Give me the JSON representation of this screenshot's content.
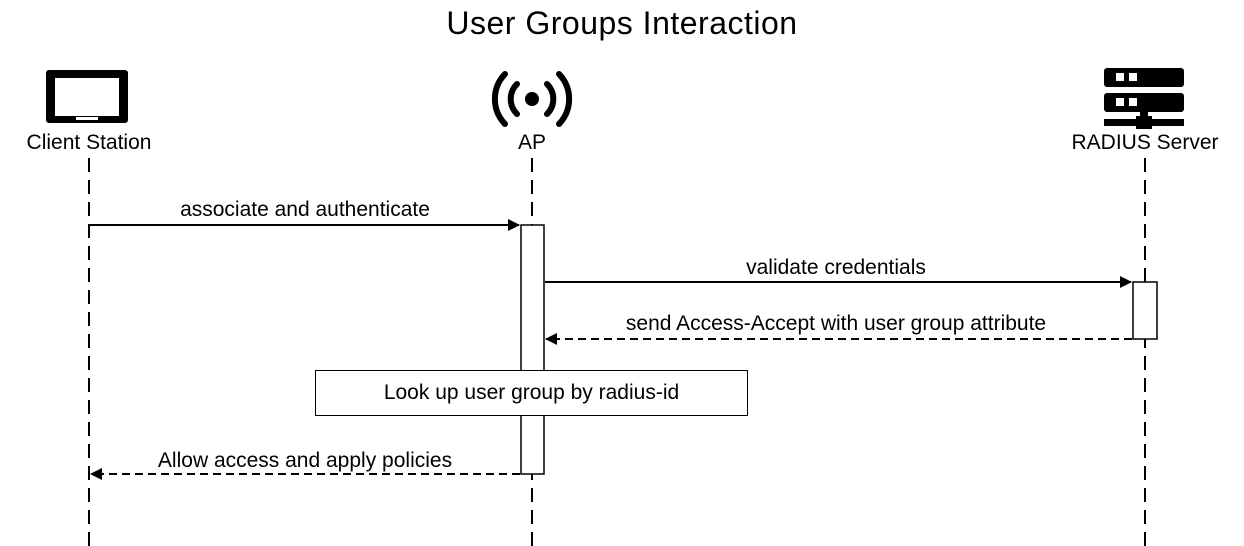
{
  "title": "User Groups Interaction",
  "actors": {
    "client": {
      "label": "Client Station",
      "icon": "laptop-icon"
    },
    "ap": {
      "label": "AP",
      "icon": "wireless-signal-icon"
    },
    "radius": {
      "label": "RADIUS Server",
      "icon": "server-icon"
    }
  },
  "messages": [
    {
      "from": "client",
      "to": "ap",
      "label": "associate and authenticate",
      "style": "solid"
    },
    {
      "from": "ap",
      "to": "radius",
      "label": "validate credentials",
      "style": "solid"
    },
    {
      "from": "radius",
      "to": "ap",
      "label": "send Access-Accept with user group attribute",
      "style": "dashed"
    },
    {
      "from": "ap",
      "to": "client",
      "label": "Allow access and apply policies",
      "style": "dashed"
    }
  ],
  "note": {
    "label": "Look up user group by radius-id"
  }
}
